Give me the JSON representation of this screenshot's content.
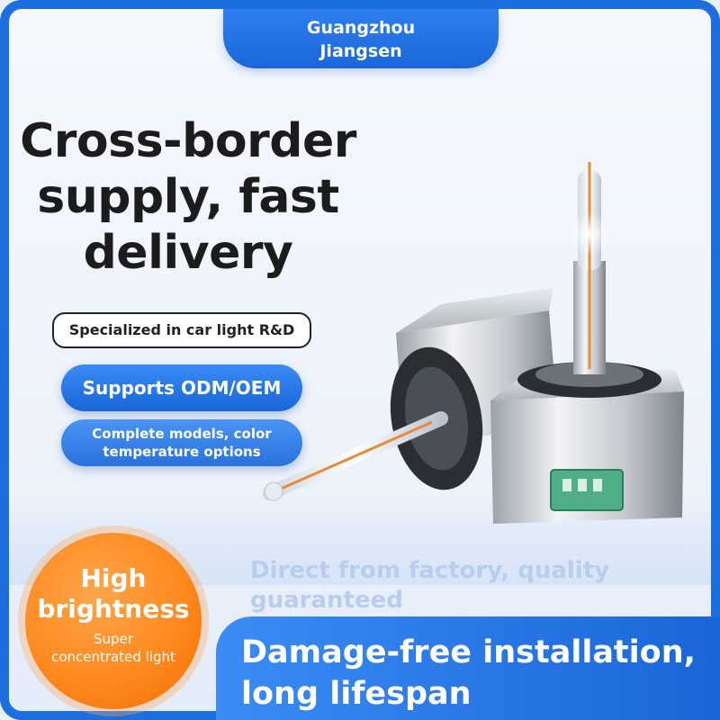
{
  "brand": {
    "line1": "Guangzhou",
    "line2": "Jiangsen"
  },
  "headline": {
    "line1": "Cross-border",
    "line2": "supply, fast",
    "line3": "delivery"
  },
  "features": {
    "rd": "Specialized in car light R&D",
    "odm": "Supports ODM/OEM",
    "models_line1": "Complete models, color",
    "models_line2": "temperature options"
  },
  "badge": {
    "line1": "High",
    "line2": "brightness",
    "small1": "Super",
    "small2": "concentrated light"
  },
  "factory": {
    "line1": "Direct from factory, quality",
    "line2": "guaranteed"
  },
  "bottom": {
    "line1": "Damage-free installation,",
    "line2": "long lifespan"
  },
  "colors": {
    "accent_blue": "#1a66d8",
    "badge_orange": "#ff8a1f",
    "connector_green": "#4fae86"
  },
  "icons": {
    "product": "xenon-headlight-bulb"
  }
}
